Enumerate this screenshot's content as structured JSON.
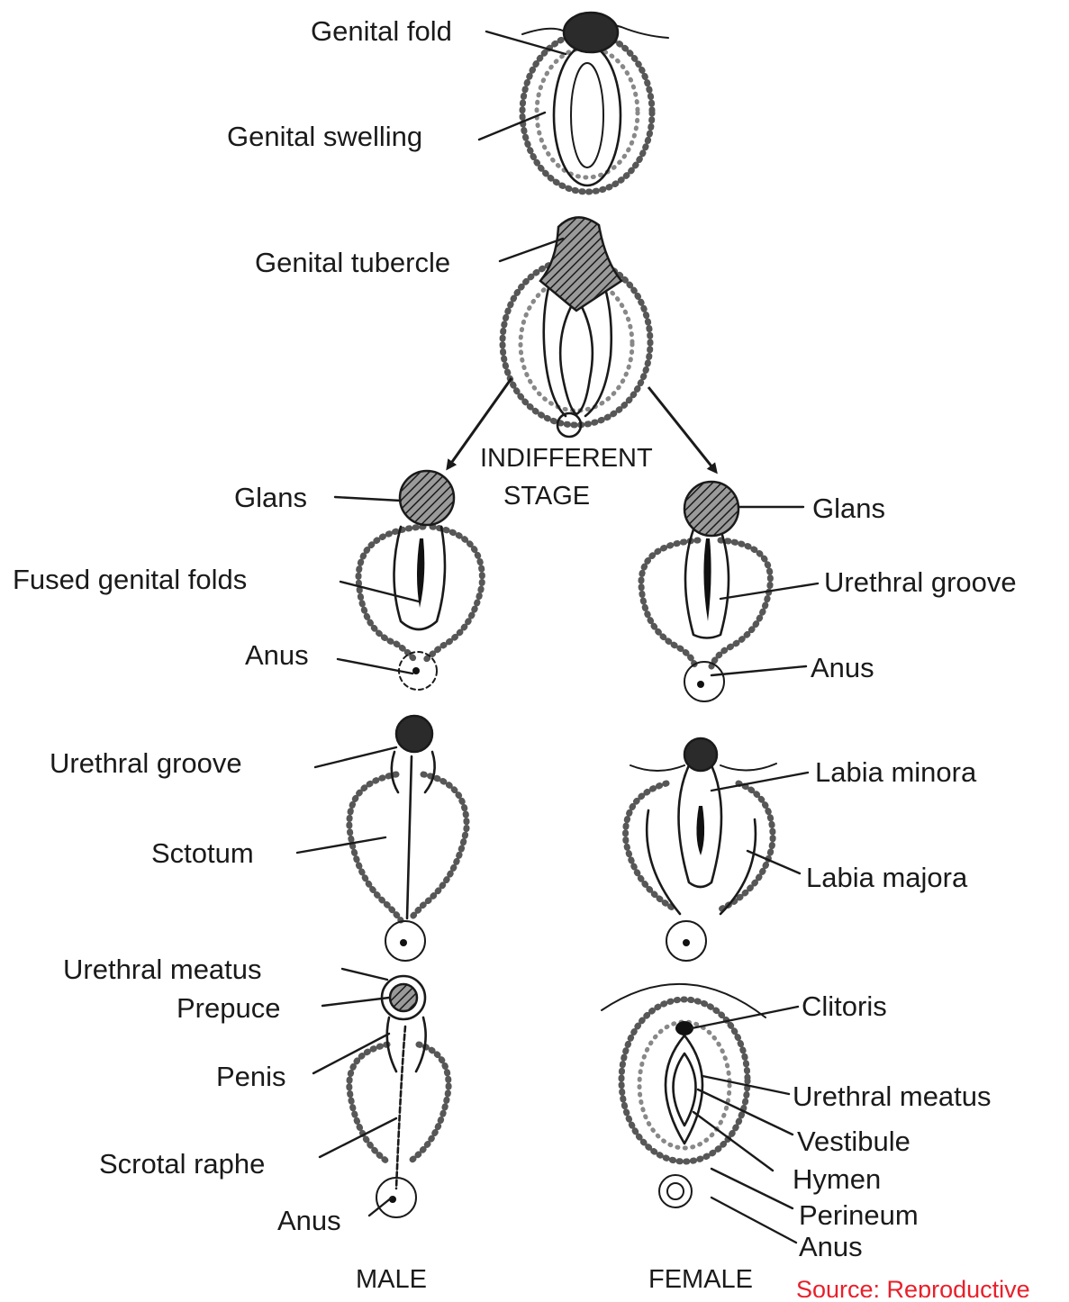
{
  "stage_labels": {
    "genital_fold": "Genital fold",
    "genital_swelling": "Genital swelling",
    "genital_tubercle": "Genital tubercle",
    "indifferent_stage": [
      "INDIFFERENT",
      "STAGE"
    ]
  },
  "male": {
    "caption": "MALE",
    "labels": {
      "glans": "Glans",
      "fused_genital_folds": "Fused genital folds",
      "anus_1": "Anus",
      "urethral_groove": "Urethral groove",
      "sctotum": "Sctotum",
      "urethral_meatus": "Urethral  meatus",
      "prepuce": "Prepuce",
      "penis": "Penis",
      "scrotal_raphe": "Scrotal raphe",
      "anus_2": "Anus"
    }
  },
  "female": {
    "caption": "FEMALE",
    "labels": {
      "glans": "Glans",
      "urethral_groove": "Urethral groove",
      "anus_1": "Anus",
      "labia_minora": "Labia minora",
      "labia_majora": "Labia majora",
      "clitoris": "Clitoris",
      "urethral_meatus": "Urethral  meatus",
      "vestibule": "Vestibule",
      "hymen": "Hymen",
      "perineum": "Perineum",
      "anus_2": "Anus"
    }
  },
  "source": "Source: Reproductive",
  "colors": {
    "ink": "#1a1a1a",
    "source_text": "#e8202a"
  }
}
